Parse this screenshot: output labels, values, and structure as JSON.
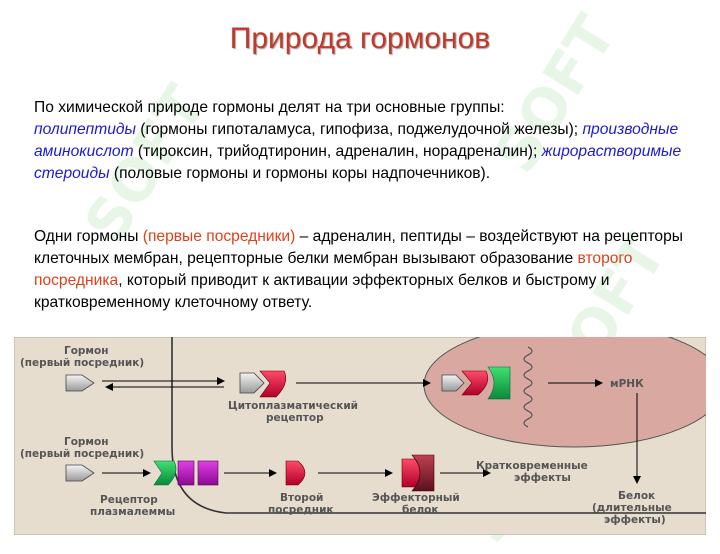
{
  "title": "Природа гормонов",
  "paragraph1": {
    "intro": "По химической природе гормоны делят на три основные группы:",
    "group1_name": "полипептиды",
    "group1_text": " (гормоны гипоталамуса, гипофиза, поджелудочной железы);",
    "group2_name": "производные аминокислот",
    "group2_text": " (тироксин, трийодтиронин, адреналин, норадреналин); ",
    "group3_name": "жирорастворимые стероиды",
    "group3_text": " (половые гормоны и гормоны коры надпочечников)."
  },
  "paragraph2": {
    "part1": "Одни гормоны ",
    "highlight1": "(первые посредники)",
    "part2": " – адреналин, пептиды – воздействуют на рецепторы клеточных мембран, рецепторные белки мембран вызывают образование ",
    "highlight2": "второго посредника",
    "part3": ", который приводит к активации эффекторных белков и быстрому и кратковременному клеточному ответу."
  },
  "diagram": {
    "hormone1_line1": "Гормон",
    "hormone1_line2": "(первый посредник)",
    "cyto_receptor_line1": "Цитоплазматический",
    "cyto_receptor_line2": "рецептор",
    "mrna": "мРНК",
    "hormone2_line1": "Гормон",
    "hormone2_line2": "(первый посредник)",
    "short_effects_line1": "Кратковременные",
    "short_effects_line2": "эффекты",
    "receptor_line1": "Рецептор",
    "receptor_line2": "плазмалеммы",
    "second_msg_line1": "Второй",
    "second_msg_line2": "посредник",
    "effector_line1": "Эффекторный",
    "effector_line2": "белок",
    "protein_line1": "Белок",
    "protein_line2": "(длительные",
    "protein_line3": "эффекты)"
  },
  "watermark": "SOFT",
  "colors": {
    "title": "#c0392b",
    "italic_terms": "#1a1ad6",
    "highlight": "#e0401a",
    "diagram_bg": "#e6ddcf",
    "nucleus": "#d9a8a0"
  }
}
